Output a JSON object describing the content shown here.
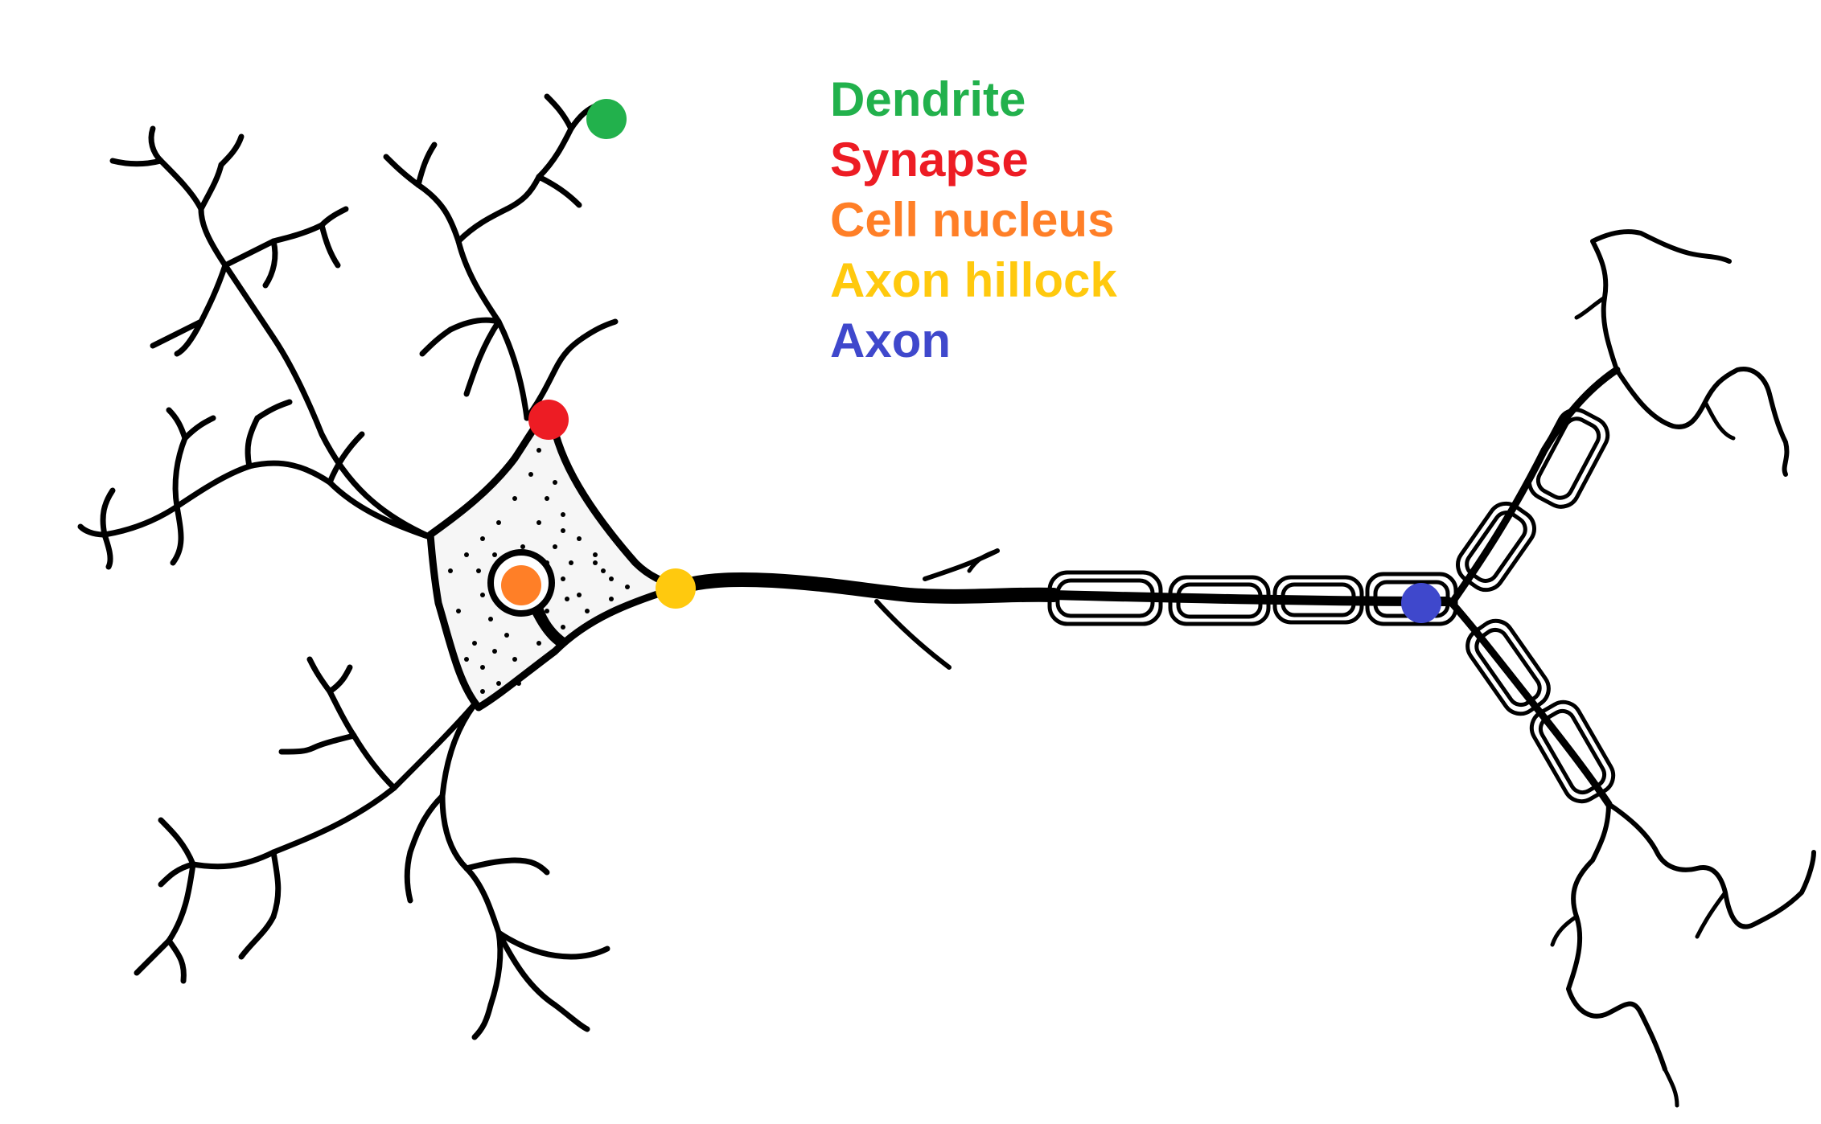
{
  "legend": {
    "items": [
      {
        "label": "Dendrite",
        "color": "#22b14c"
      },
      {
        "label": "Synapse",
        "color": "#ed1c24"
      },
      {
        "label": "Cell nucleus",
        "color": "#ff7f27"
      },
      {
        "label": "Axon hillock",
        "color": "#ffc90e"
      },
      {
        "label": "Axon",
        "color": "#3f48cc"
      }
    ]
  },
  "markers": {
    "dendrite": {
      "color": "#22b14c"
    },
    "synapse": {
      "color": "#ed1c24"
    },
    "nucleus": {
      "color": "#ff7f27"
    },
    "axon_hillock": {
      "color": "#ffc90e"
    },
    "axon": {
      "color": "#3f48cc"
    }
  }
}
